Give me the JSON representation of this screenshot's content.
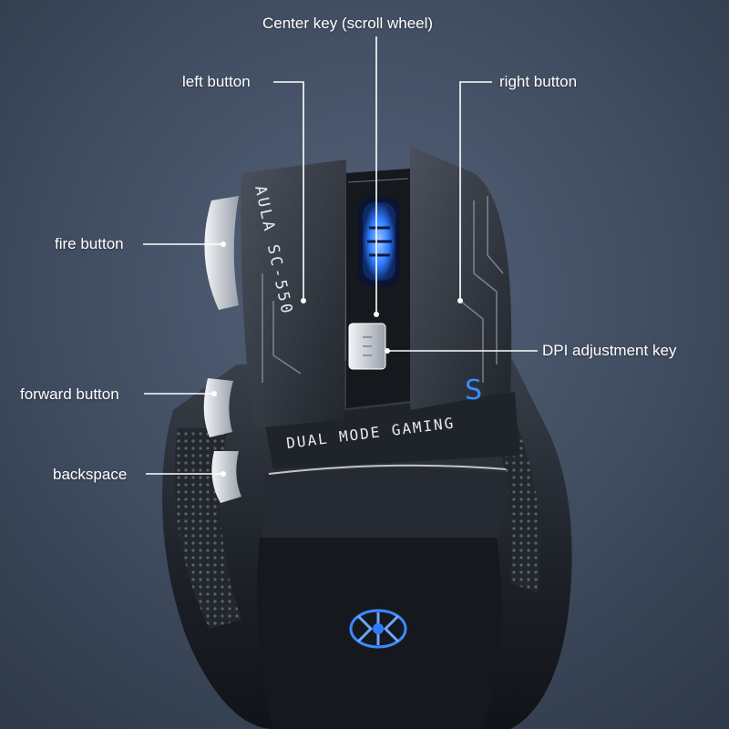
{
  "callouts": {
    "center_key": "Center key (scroll wheel)",
    "left_button": "left button",
    "right_button": "right button",
    "fire_button": "fire button",
    "dpi_key": "DPI adjustment key",
    "forward_button": "forward button",
    "backspace": "backspace"
  },
  "mouse_print": {
    "model": "AULA SC-550",
    "slogan": "DUAL MODE GAMING",
    "mode_letter": "S"
  },
  "colors": {
    "background": "#3f4b5c",
    "mouse_body": "#1c1f25",
    "mouse_panel": "#2b3038",
    "accent_blue": "#3a8bff",
    "silver": "#c9ced6",
    "callout_line": "#ffffff"
  },
  "icons": {
    "logo": "aula-spider-logo"
  }
}
